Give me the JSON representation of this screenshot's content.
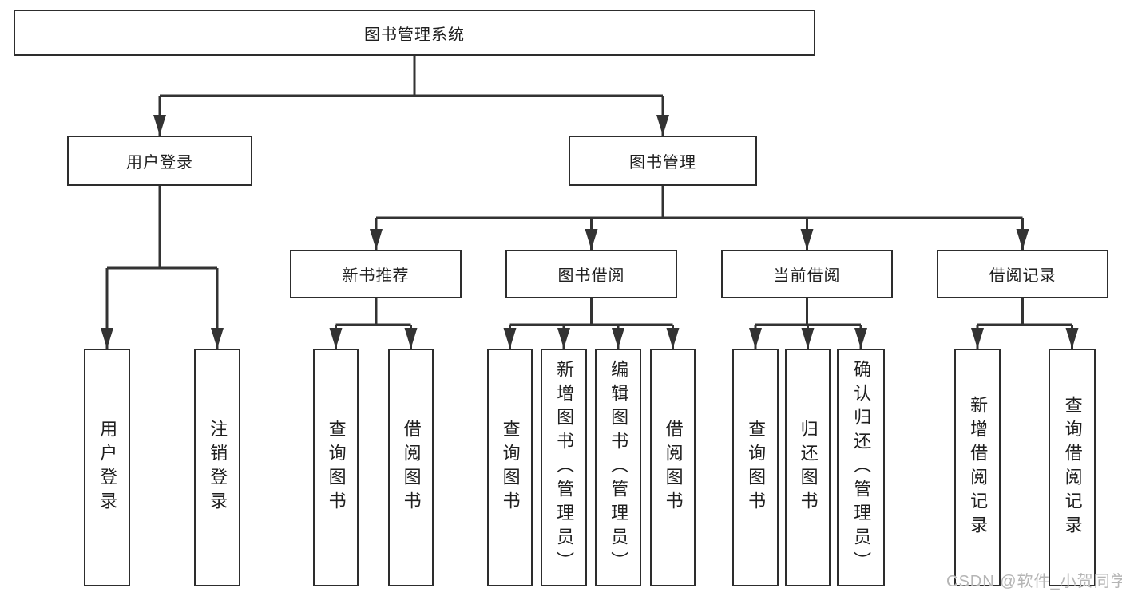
{
  "diagram": {
    "type": "tree",
    "root": {
      "label": "图书管理系统"
    },
    "level2": [
      {
        "id": "user-login",
        "label": "用户登录"
      },
      {
        "id": "book-management",
        "label": "图书管理"
      }
    ],
    "level3": [
      {
        "id": "new-book-recommend",
        "label": "新书推荐",
        "parent": "book-management"
      },
      {
        "id": "book-borrowing",
        "label": "图书借阅",
        "parent": "book-management"
      },
      {
        "id": "current-borrowing",
        "label": "当前借阅",
        "parent": "book-management"
      },
      {
        "id": "borrowing-records",
        "label": "借阅记录",
        "parent": "book-management"
      }
    ],
    "leaves": [
      {
        "label": "用户登录",
        "parent": "user-login"
      },
      {
        "label": "注销登录",
        "parent": "user-login"
      },
      {
        "label": "查询图书",
        "parent": "new-book-recommend"
      },
      {
        "label": "借阅图书",
        "parent": "new-book-recommend"
      },
      {
        "label": "查询图书",
        "parent": "book-borrowing"
      },
      {
        "label": "新增图书（管理员）",
        "parent": "book-borrowing"
      },
      {
        "label": "编辑图书（管理员）",
        "parent": "book-borrowing"
      },
      {
        "label": "借阅图书",
        "parent": "book-borrowing"
      },
      {
        "label": "查询图书",
        "parent": "current-borrowing"
      },
      {
        "label": "归还图书",
        "parent": "current-borrowing"
      },
      {
        "label": "确认归还（管理员）",
        "parent": "current-borrowing"
      },
      {
        "label": "新增借阅记录",
        "parent": "borrowing-records"
      },
      {
        "label": "查询借阅记录",
        "parent": "borrowing-records"
      }
    ],
    "watermark": "CSDN @软件_小贺同学",
    "colors": {
      "line": "#333333",
      "box_border": "#2d2d2d",
      "box_background": "#ffffff",
      "text": "#1f1f1f",
      "watermark": "#b5b5b5"
    }
  }
}
